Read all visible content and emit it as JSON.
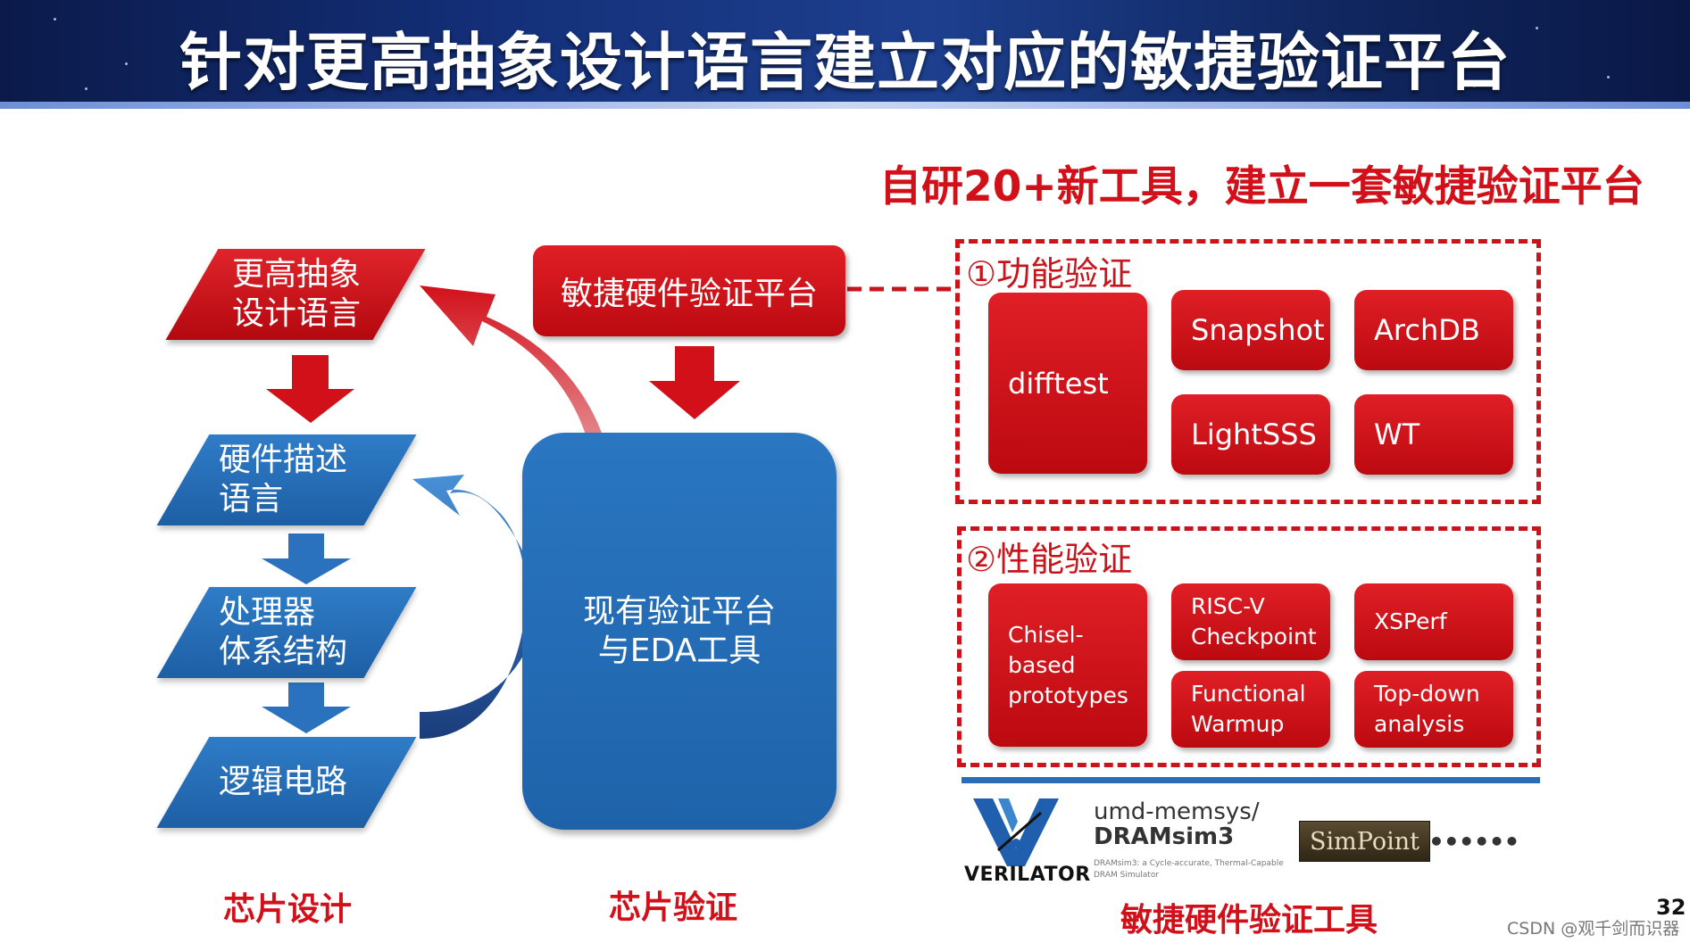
{
  "slide": {
    "title": "针对更高抽象设计语言建立对应的敏捷验证平台",
    "subtitle": "自研20+新工具，建立一套敏捷验证平台",
    "page_number": "32",
    "watermark": "CSDN @观千剑而识器"
  },
  "design_stack": {
    "top": [
      "更高抽象",
      "设计语言"
    ],
    "hdl": [
      "硬件描述",
      "语言"
    ],
    "arch": [
      "处理器",
      "体系结构"
    ],
    "logic": "逻辑电路",
    "label": "芯片设计"
  },
  "verification": {
    "platform_label": "敏捷硬件验证平台",
    "existing": [
      "现有验证平台",
      "与EDA工具"
    ],
    "label": "芯片验证"
  },
  "functional": {
    "label": "①功能验证",
    "tiles": [
      "difftest",
      "Snapshot",
      "ArchDB",
      "LightSSS",
      "WT"
    ]
  },
  "performance": {
    "label": "②性能验证",
    "tiles": [
      [
        "Chisel-",
        "based",
        "prototypes"
      ],
      [
        "RISC-V",
        "Checkpoint"
      ],
      [
        "XSPerf"
      ],
      [
        "Functional",
        "Warmup"
      ],
      [
        "Top-down",
        "analysis"
      ]
    ]
  },
  "tools": {
    "verilator": "VERILATOR",
    "dram_line1": "umd-memsys/",
    "dram_line2": "DRAMsim3",
    "dram_desc": "DRAMsim3: a Cycle-accurate, Thermal-Capable DRAM Simulator",
    "simpoint": "SimPoint",
    "ellipsis": "••••••",
    "label": "敏捷硬件验证工具"
  },
  "colors": {
    "red": "#d2101a",
    "blue": "#1e63aa",
    "banner": "#14307a"
  }
}
